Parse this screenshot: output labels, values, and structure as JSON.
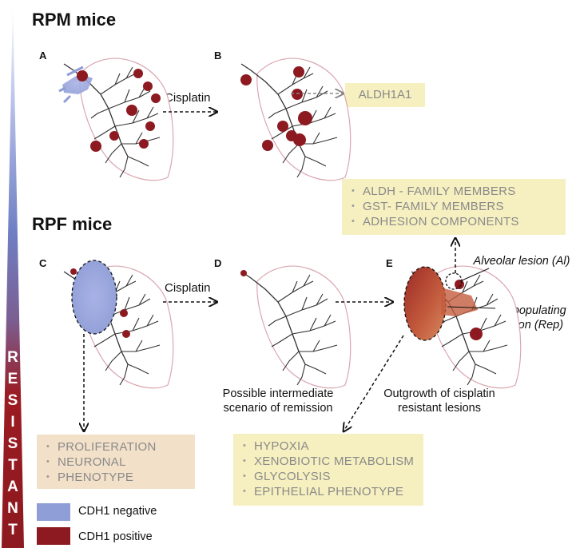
{
  "resistance_bar": {
    "letters": [
      "R",
      "E",
      "S",
      "I",
      "S",
      "T",
      "A",
      "N",
      "T"
    ]
  },
  "rpm": {
    "title": "RPM mice",
    "panel_a": "A",
    "panel_b": "B",
    "treatment": "Cisplatin",
    "marker_box": "ALDH1A1"
  },
  "rpf": {
    "title": "RPF mice",
    "panel_c": "C",
    "panel_d": "D",
    "panel_e": "E",
    "treatment": "Cisplatin",
    "caption_d_line1": "Possible intermediate",
    "caption_d_line2": "scenario of remission",
    "caption_e_line1": "Outgrowth of cisplatin",
    "caption_e_line2": "resistant lesions",
    "label_al": "Alveolar lesion (Al)",
    "label_rep_line1": "Repopulating",
    "label_rep_line2": "lesion (Rep)",
    "al_box": [
      "ALDH - FAMILY MEMBERS",
      "GST- FAMILY MEMBERS",
      "ADHESION COMPONENTS"
    ],
    "c_box": [
      "PROLIFERATION",
      "NEURONAL",
      "PHENOTYPE"
    ],
    "rep_box": [
      "HYPOXIA",
      "XENOBIOTIC METABOLISM",
      "GLYCOLYSIS",
      "EPITHELIAL PHENOTYPE"
    ]
  },
  "legend": {
    "negative": {
      "label": "CDH1 negative",
      "color": "#8f9ed6"
    },
    "positive": {
      "label": "CDH1 positive",
      "color": "#8c1a20"
    }
  },
  "colors": {
    "bar_top": "#ffffff",
    "bar_mid": "#6f7fc4",
    "bar_bottom": "#9b1b22",
    "yellow_box": "#f6efbf",
    "peach_box": "#f2e0c8"
  }
}
